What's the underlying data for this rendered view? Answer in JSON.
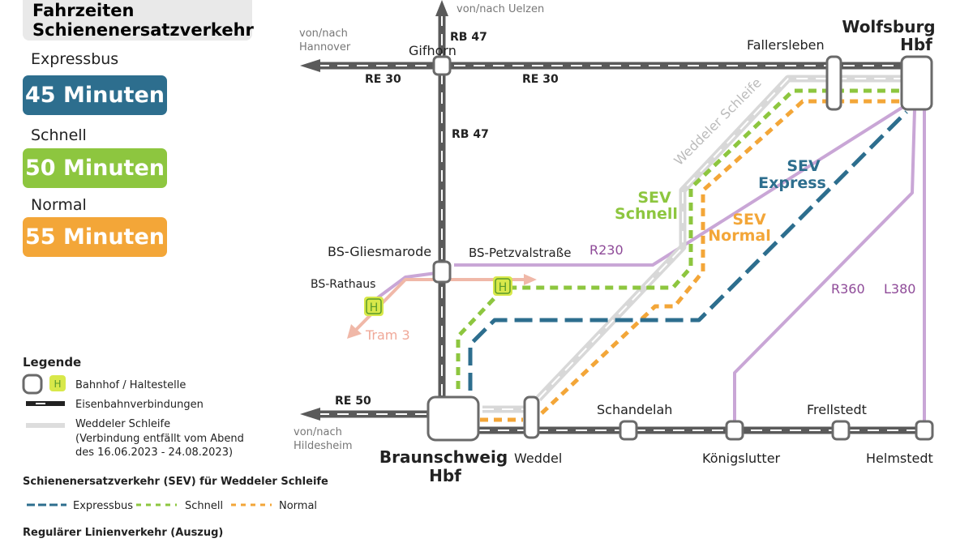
{
  "title": {
    "line1": "Fahrzeiten",
    "line2": "Schienenersatzverkehr"
  },
  "times": [
    {
      "label": "Expressbus",
      "value": "45 Minuten",
      "color": "#2d6e8e"
    },
    {
      "label": "Schnell",
      "value": "50 Minuten",
      "color": "#8dc63f"
    },
    {
      "label": "Normal",
      "value": "55 Minuten",
      "color": "#f3a638"
    }
  ],
  "map": {
    "stations": {
      "gifhorn": "Gifhorn",
      "fallersleben": "Fallersleben",
      "wolfsburg1": "Wolfsburg",
      "wolfsburg2": "Hbf",
      "gliesmarode": "BS-Gliesmarode",
      "petzval": "BS-Petzvalstraße",
      "rathaus": "BS-Rathaus",
      "bs1": "Braunschweig",
      "bs2": "Hbf",
      "weddel": "Weddel",
      "schandelah": "Schandelah",
      "koenigslutter": "Königslutter",
      "frellstedt": "Frellstedt",
      "helmstedt": "Helmstedt"
    },
    "directions": {
      "uelzen": "von/nach Uelzen",
      "hannover1": "von/nach",
      "hannover2": "Hannover",
      "hildesheim1": "von/nach",
      "hildesheim2": "Hildesheim"
    },
    "lines": {
      "rb47": "RB 47",
      "re30": "RE 30",
      "re50": "RE 50",
      "r230": "R230",
      "r360": "R360",
      "l380": "L380",
      "tram3": "Tram 3",
      "schleife": "Weddeler Schleife"
    },
    "sev": {
      "schnell1": "SEV",
      "schnell2": "Schnell",
      "normal1": "SEV",
      "normal2": "Normal",
      "express1": "SEV",
      "express2": "Express"
    },
    "stop_symbol": "H"
  },
  "legend": {
    "title": "Legende",
    "station": "Bahnhof / Haltestelle",
    "rail": "Eisenbahnverbindungen",
    "schleife1": "Weddeler Schleife",
    "schleife2": "(Verbindung entfällt vom Abend",
    "schleife3": "des 16.06.2023 - 24.08.2023)",
    "sev_title": "Schienenersatzverkehr (SEV) für Weddeler Schleife",
    "express": "Expressbus",
    "schnell": "Schnell",
    "normal": "Normal",
    "regular_title": "Regulärer Linienverkehr (Auszug)"
  },
  "colors": {
    "rail": "#5a5a5a",
    "schleife": "#d8d8d8",
    "purple": "#c9a6d6",
    "purple_text": "#8e4a98",
    "tram": "#f0b8a8",
    "stop": "#d8e84a"
  }
}
